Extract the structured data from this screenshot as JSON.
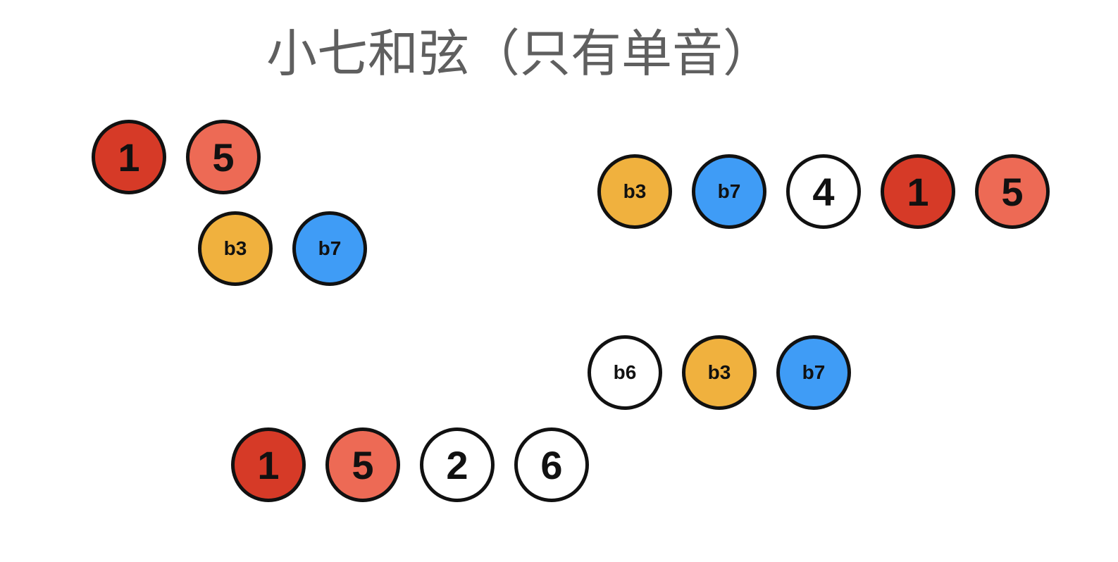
{
  "title": "小七和弦（只有单音）",
  "colors": {
    "root_1": "#d63a27",
    "fifth_5": "#ed6a55",
    "third_b3": "#f0b13e",
    "seventh_b7": "#3f9cf6",
    "other": "#ffffff"
  },
  "groups": {
    "top_left_row1": [
      "1",
      "5"
    ],
    "top_left_row2": [
      "b3",
      "b7"
    ],
    "top_right": [
      "b3",
      "b7",
      "4",
      "1",
      "5"
    ],
    "bottom_right": [
      "b6",
      "b3",
      "b7"
    ],
    "bottom_left": [
      "1",
      "5",
      "2",
      "6"
    ]
  }
}
